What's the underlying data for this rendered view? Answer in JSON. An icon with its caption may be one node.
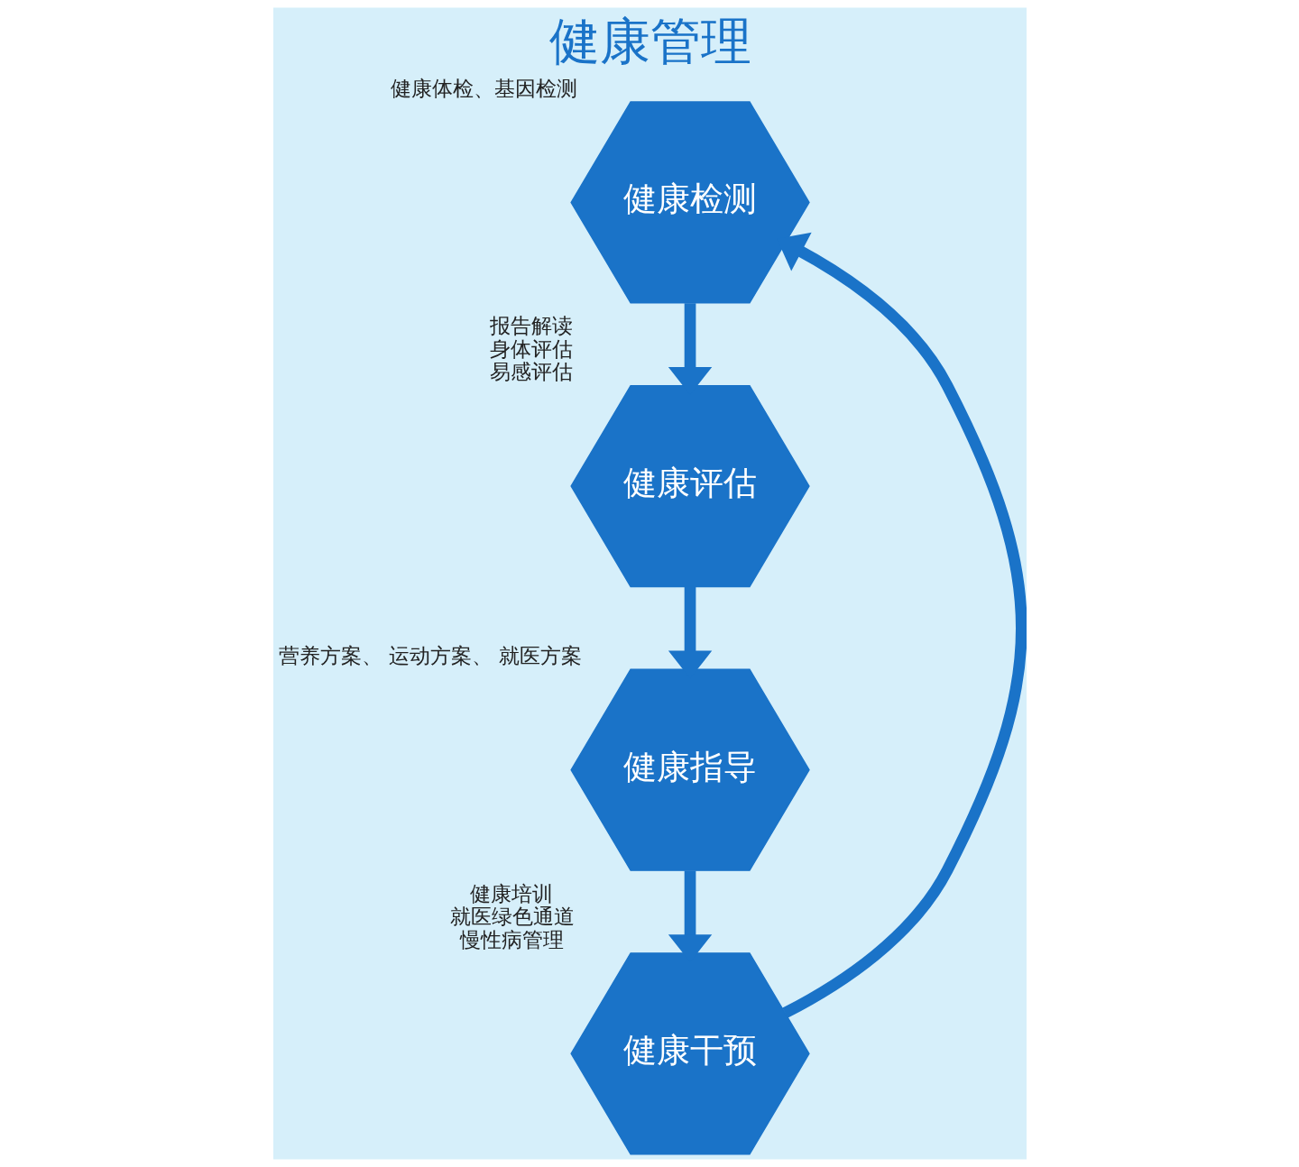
{
  "diagram": {
    "title": "健康管理",
    "nodes": [
      {
        "text": [
          "健康检测"
        ],
        "beside": [
          "健康体检、基因检测"
        ]
      },
      {
        "text": [
          "健康评估"
        ],
        "beside": [
          "报告解读",
          "身体评估",
          "易感评估"
        ]
      },
      {
        "text": [
          "健康指导"
        ],
        "beside": [
          "营养方案、 运动方案、 就医方案"
        ]
      },
      {
        "text": [
          "健康干预"
        ],
        "beside": [
          "健康培训",
          "就医绿色通道",
          "慢性病管理"
        ]
      }
    ],
    "edges": [
      {
        "from": 0,
        "to": 1,
        "arrow": "to"
      },
      {
        "from": 1,
        "to": 2,
        "arrow": "to"
      },
      {
        "from": 2,
        "to": 3,
        "arrow": "to"
      },
      {
        "from": 3,
        "to": 0,
        "arrow": "to"
      }
    ]
  }
}
